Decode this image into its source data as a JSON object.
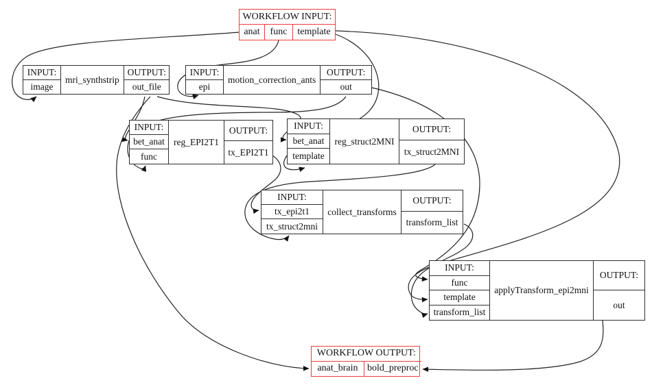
{
  "diagram": {
    "input_header": "INPUT:",
    "output_header": "OUTPUT:",
    "workflow_input": {
      "title": "WORKFLOW INPUT:",
      "fields": [
        "anat",
        "func",
        "template"
      ]
    },
    "workflow_output": {
      "title": "WORKFLOW OUTPUT:",
      "fields": [
        "anat_brain",
        "bold_preproc"
      ]
    },
    "nodes": [
      {
        "id": "mri_synthstrip",
        "name": "mri_synthstrip",
        "inputs": [
          "image"
        ],
        "outputs": [
          "out_file"
        ]
      },
      {
        "id": "motion_correction_ants",
        "name": "motion_correction_ants",
        "inputs": [
          "epi"
        ],
        "outputs": [
          "out"
        ]
      },
      {
        "id": "reg_EPI2T1",
        "name": "reg_EPI2T1",
        "inputs": [
          "bet_anat",
          "func"
        ],
        "outputs": [
          "tx_EPI2T1"
        ]
      },
      {
        "id": "reg_struct2MNI",
        "name": "reg_struct2MNI",
        "inputs": [
          "bet_anat",
          "template"
        ],
        "outputs": [
          "tx_struct2MNI"
        ]
      },
      {
        "id": "collect_transforms",
        "name": "collect_transforms",
        "inputs": [
          "tx_epi2t1",
          "tx_struct2mni"
        ],
        "outputs": [
          "transform_list"
        ]
      },
      {
        "id": "applyTransform_epi2mni",
        "name": "applyTransform_epi2mni",
        "inputs": [
          "func",
          "template",
          "transform_list"
        ],
        "outputs": [
          "out"
        ]
      }
    ],
    "edges": [
      {
        "from": "workflow_input.anat",
        "to": "mri_synthstrip.image"
      },
      {
        "from": "workflow_input.func",
        "to": "motion_correction_ants.epi"
      },
      {
        "from": "workflow_input.template",
        "to": "reg_struct2MNI.template"
      },
      {
        "from": "workflow_input.template",
        "to": "applyTransform_epi2mni.template"
      },
      {
        "from": "mri_synthstrip.out_file",
        "to": "reg_EPI2T1.bet_anat"
      },
      {
        "from": "mri_synthstrip.out_file",
        "to": "reg_struct2MNI.bet_anat"
      },
      {
        "from": "mri_synthstrip.out_file",
        "to": "workflow_output.anat_brain"
      },
      {
        "from": "motion_correction_ants.out",
        "to": "reg_EPI2T1.func"
      },
      {
        "from": "motion_correction_ants.out",
        "to": "applyTransform_epi2mni.func"
      },
      {
        "from": "reg_EPI2T1.tx_EPI2T1",
        "to": "collect_transforms.tx_epi2t1"
      },
      {
        "from": "reg_struct2MNI.tx_struct2MNI",
        "to": "collect_transforms.tx_struct2mni"
      },
      {
        "from": "collect_transforms.transform_list",
        "to": "applyTransform_epi2mni.transform_list"
      },
      {
        "from": "applyTransform_epi2mni.out",
        "to": "workflow_output.bold_preproc"
      }
    ],
    "colors": {
      "io_border": "#ef3b3b",
      "node_border": "#2e2e2e",
      "edge": "#222222",
      "text": "#111111",
      "background": "#ffffff"
    }
  }
}
